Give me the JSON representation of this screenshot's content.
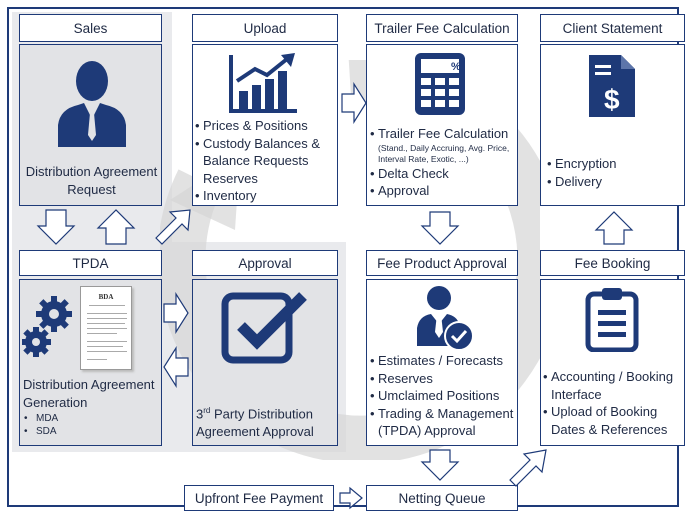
{
  "columns": {
    "sales": {
      "header": "Sales",
      "label": "Distribution Agreement Request"
    },
    "upload": {
      "header": "Upload",
      "items": [
        "Prices & Positions",
        "Custody Balances & Balance Requests Reserves",
        "Inventory"
      ]
    },
    "trailer": {
      "header": "Trailer Fee Calculation",
      "items": [
        "Trailer Fee Calculation",
        "Delta Check",
        "Approval"
      ],
      "note": "(Stand., Daily Accruing, Avg. Price, Interval Rate, Exotic, ...)"
    },
    "client": {
      "header": "Client Statement",
      "items": [
        "Encryption",
        "Delivery"
      ]
    }
  },
  "row2": {
    "tpda": {
      "header": "TPDA",
      "title": "Distribution Agreement Generation",
      "items": [
        "MDA",
        "SDA"
      ],
      "doc_title": "BDA"
    },
    "approval": {
      "header": "Approval",
      "sup": "rd",
      "line1_prefix": "3",
      "line1_rest": " Party Distribution",
      "line2": "Agreement Approval"
    },
    "fee_product": {
      "header": "Fee Product Approval",
      "items": [
        "Estimates / Forecasts",
        "Reserves",
        "Umclaimed Positions",
        "Trading & Management (TPDA) Approval"
      ]
    },
    "fee_booking": {
      "header": "Fee Booking",
      "items": [
        "Accounting / Booking Interface",
        "Upload of Booking Dates & References"
      ]
    }
  },
  "bottom": {
    "upfront": "Upfront Fee Payment",
    "netting": "Netting Queue"
  },
  "colors": {
    "border": "#1e3a78",
    "icon": "#1e3a78",
    "gray": "#e9eaed",
    "circle": "#d9d9d9"
  },
  "icons": [
    "person-silhouette-icon",
    "bar-chart-up-icon",
    "calculator-icon",
    "dollar-document-icon",
    "gears-icon",
    "checkmark-box-icon",
    "person-check-icon",
    "clipboard-icon"
  ]
}
